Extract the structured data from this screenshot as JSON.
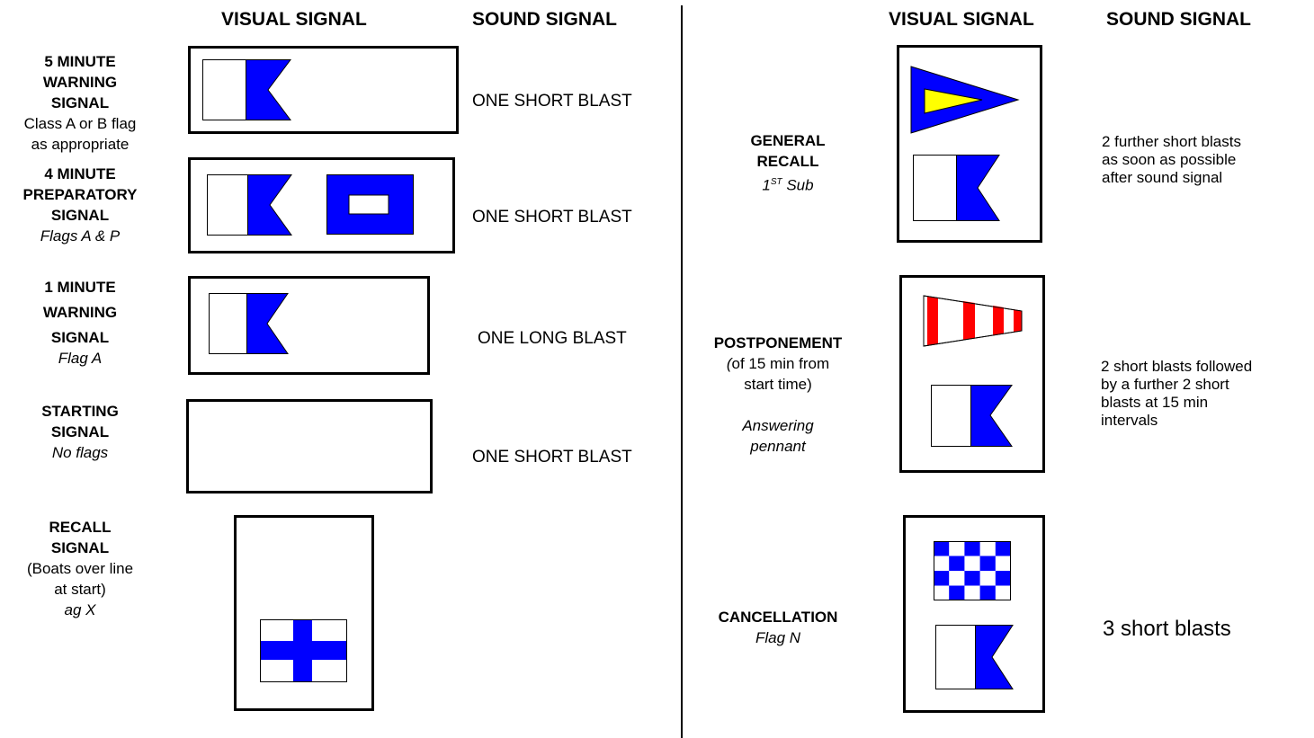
{
  "colors": {
    "blue": "#0000FF",
    "yellow": "#FFFF00",
    "red": "#FF0000",
    "border": "#000000"
  },
  "left": {
    "headers": {
      "visual": "VISUAL SIGNAL",
      "sound": "SOUND SIGNAL"
    },
    "rows": [
      {
        "title": [
          "5 MINUTE",
          "WARNING",
          "SIGNAL"
        ],
        "sub": [
          "Class A or B flag",
          "as appropriate"
        ],
        "sound": "ONE SHORT BLAST",
        "flags": [
          "flag-a"
        ]
      },
      {
        "title": [
          "4 MINUTE",
          "PREPARATORY",
          "SIGNAL"
        ],
        "sub": [
          "Flags A & P"
        ],
        "sound": "ONE SHORT BLAST",
        "flags": [
          "flag-a",
          "flag-p"
        ]
      },
      {
        "title": [
          "1 MINUTE",
          "WARNING",
          "SIGNAL"
        ],
        "sub": [
          "Flag A"
        ],
        "sound": "ONE LONG BLAST",
        "flags": [
          "flag-a"
        ]
      },
      {
        "title": [
          "STARTING",
          "SIGNAL"
        ],
        "sub": [
          "No flags"
        ],
        "sound": "ONE SHORT BLAST",
        "flags": []
      },
      {
        "title": [
          "RECALL",
          "SIGNAL"
        ],
        "plain": [
          "(Boats over line",
          "at start)"
        ],
        "sub": [
          "ag X"
        ],
        "flags": [
          "flag-x"
        ]
      }
    ]
  },
  "right": {
    "headers": {
      "visual": "VISUAL SIGNAL",
      "sound": "SOUND SIGNAL"
    },
    "rows": [
      {
        "title": [
          "GENERAL",
          "RECALL"
        ],
        "sub_num": "1",
        "sub_sup": "ST",
        "sub_rest": " Sub",
        "sound": [
          "2 further short blasts",
          "as soon as possible",
          "after sound signal"
        ],
        "flags": [
          "first-substitute",
          "flag-a"
        ]
      },
      {
        "title": [
          "POSTPONEMENT"
        ],
        "plain_prefix": "(",
        "plain": [
          "of 15 min from",
          "start time)"
        ],
        "sub": [
          "Answering",
          "pennant"
        ],
        "sound": [
          "2 short blasts followed",
          "by a further 2 short",
          "blasts at 15 min",
          "intervals"
        ],
        "flags": [
          "answering-pennant",
          "flag-a"
        ]
      },
      {
        "title": [
          "CANCELLATION"
        ],
        "sub": [
          "Flag N"
        ],
        "sound": [
          "3 short blasts"
        ],
        "flags": [
          "flag-n",
          "flag-a"
        ]
      }
    ]
  }
}
